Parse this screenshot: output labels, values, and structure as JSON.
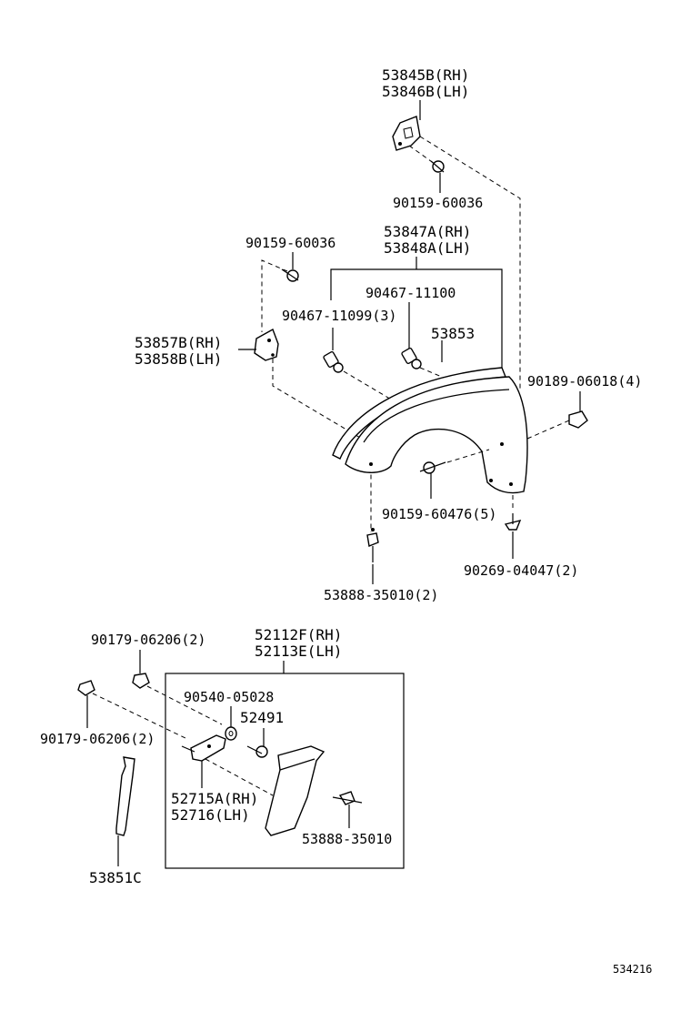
{
  "labels": {
    "p53845b": "53845B(RH)",
    "p53846b": "53846B(LH)",
    "p90159_top": "90159-60036",
    "p53847a": "53847A(RH)",
    "p53848a": "53848A(LH)",
    "p90159_left": "90159-60036",
    "p90467_11100": "90467-11100",
    "p90467_11099": "90467-11099(3)",
    "p53853": "53853",
    "p53857b": "53857B(RH)",
    "p53858b": "53858B(LH)",
    "p90189": "90189-06018(4)",
    "p90159_60476": "90159-60476(5)",
    "p90269": "90269-04047(2)",
    "p53888_2": "53888-35010(2)",
    "p52112f": "52112F(RH)",
    "p52113e": "52113E(LH)",
    "p90179_top": "90179-06206(2)",
    "p90540": "90540-05028",
    "p52491": "52491",
    "p90179_left": "90179-06206(2)",
    "p52715a": "52715A(RH)",
    "p52716": "52716(LH)",
    "p53888_box": "53888-35010",
    "p53851c": "53851C",
    "diagram_id": "534216"
  }
}
